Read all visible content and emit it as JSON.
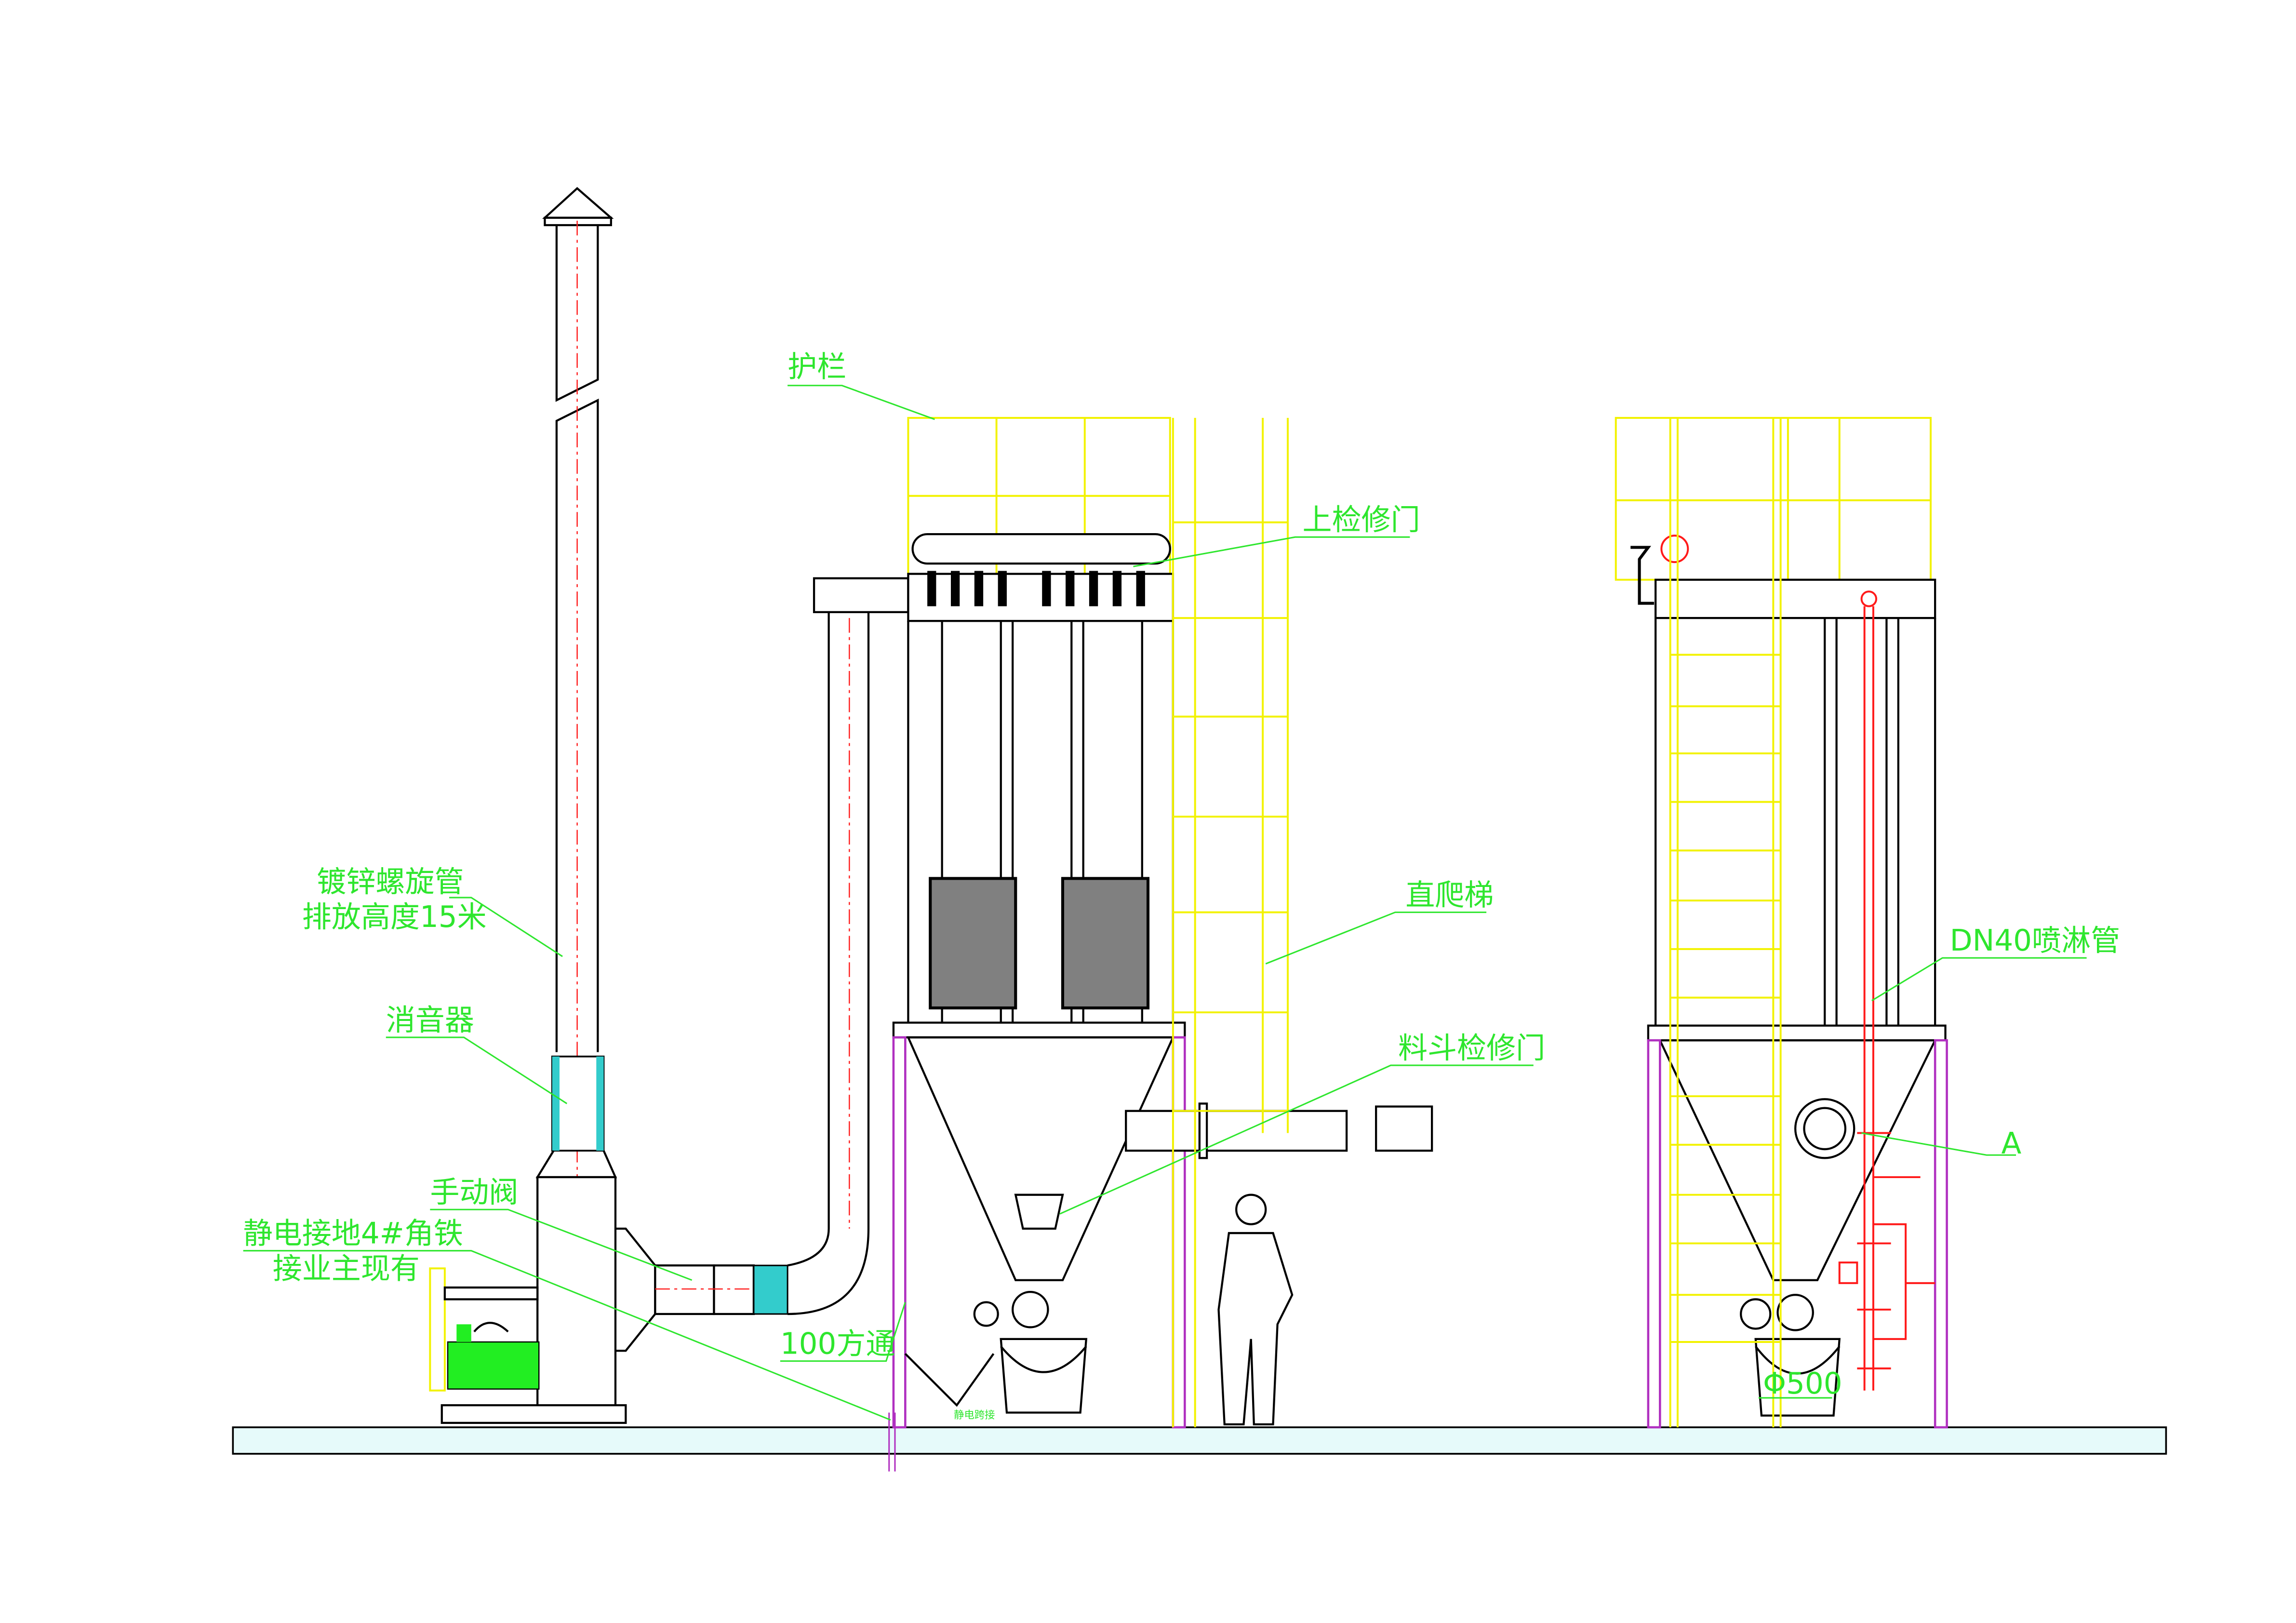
{
  "drawing": {
    "labels": {
      "guardrail": "护栏",
      "upper_door": "上检修门",
      "spiral_pipe_line1": "镀锌螺旋管",
      "spiral_pipe_line2": "排放高度15米",
      "ladder": "直爬梯",
      "spray_pipe": "DN40喷淋管",
      "silencer": "消音器",
      "hopper_door": "料斗检修门",
      "detail_a": "A",
      "manual_valve": "手动阀",
      "grounding_line1": "静电接地4#角铁",
      "grounding_line2": "接业主现有",
      "square_tube": "100方通",
      "static_bridge": "静电跨接",
      "diameter": "Φ500"
    },
    "colors": {
      "annotation": "#2ee62e",
      "structure": "#000000",
      "guardrail_ladder": "#f2f200",
      "spray_pipe": "#ff1a1a",
      "legs": "#b030c0",
      "silencer_fill": "#33cccc",
      "filter_door": "#808080"
    }
  }
}
